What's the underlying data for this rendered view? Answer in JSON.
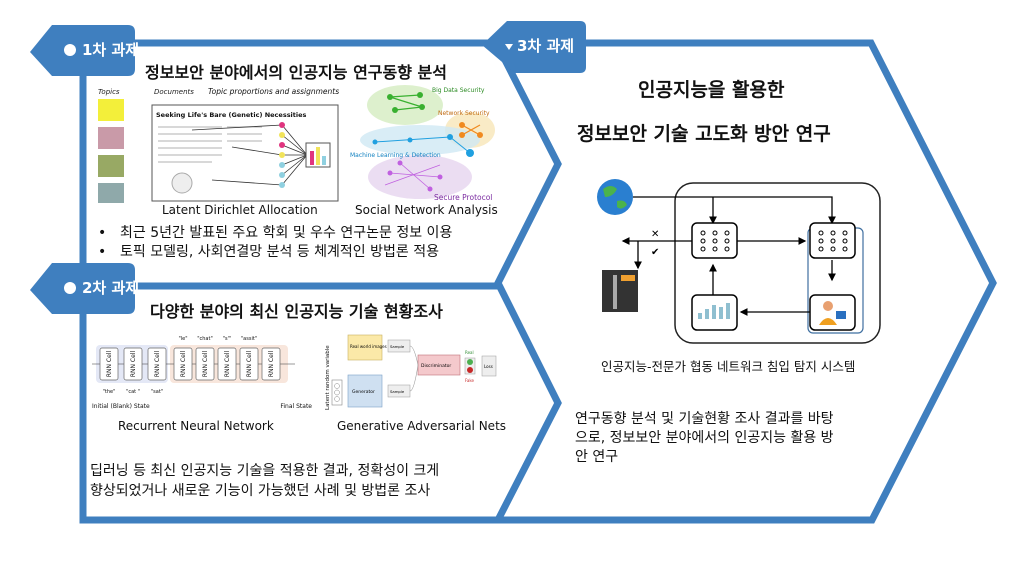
{
  "colors": {
    "accent": "#3f7fbf"
  },
  "task1": {
    "badge": "1차 과제",
    "title": "정보보안 분야에서의 인공지능 연구동향 분석",
    "figures": [
      {
        "caption": "Latent Dirichlet Allocation"
      },
      {
        "caption": "Social Network Analysis"
      }
    ],
    "lda_labels": {
      "topics": "Topics",
      "documents": "Documents",
      "proportions": "Topic proportions and assignments",
      "doc_title": "Seeking Life's Bare (Genetic) Necessities"
    },
    "sna_labels": [
      "Big Data Security",
      "Network Security",
      "Machine Learning & Detection",
      "Secure Protocol"
    ],
    "bullets": [
      "최근 5년간 발표된 주요 학회 및 우수 연구논문 정보 이용",
      "토픽 모델링, 사회연결망 분석 등 체계적인 방법론 적용"
    ]
  },
  "task2": {
    "badge": "2차 과제",
    "title": "다양한 분야의 최신 인공지능 기술 현황조사",
    "figures": [
      {
        "caption": "Recurrent Neural Network"
      },
      {
        "caption": "Generative Adversarial Nets"
      }
    ],
    "rnn_labels": {
      "initial": "Initial (Blank) State",
      "cell": "RNN Cell",
      "final": "Final State",
      "inputs": [
        "\"the\"",
        "\"cat \"",
        "\"sat\""
      ],
      "outputs": [
        "\"le\"",
        "\"chat\"",
        "\"s'\"",
        "\"assit\""
      ]
    },
    "gan_labels": {
      "real": "Real world images",
      "sample": "Sample",
      "generator": "Generator",
      "discriminator": "Discriminator",
      "real_lbl": "Real",
      "fake_lbl": "Fake",
      "loss": "Loss",
      "latent": "Latent random variable"
    },
    "paragraph": [
      "딥러닝 등 최신 인공지능 기술을 적용한 결과, 정확성이 크게",
      "향상되었거나 새로운 기능이 가능했던 사례 및 방법론 조사"
    ]
  },
  "task3": {
    "badge": "3차 과제",
    "title_line1": "인공지능을 활용한",
    "title_line2": "정보보안 기술 고도화 방안 연구",
    "diagram_caption": "인공지능-전문가 협동 네트워크 침입 탐지 시스템",
    "paragraph": [
      "연구동향 분석 및 기술현황 조사 결과를 바탕",
      "으로, 정보보안 분야에서의 인공지능 활용 방",
      "안 연구"
    ]
  }
}
